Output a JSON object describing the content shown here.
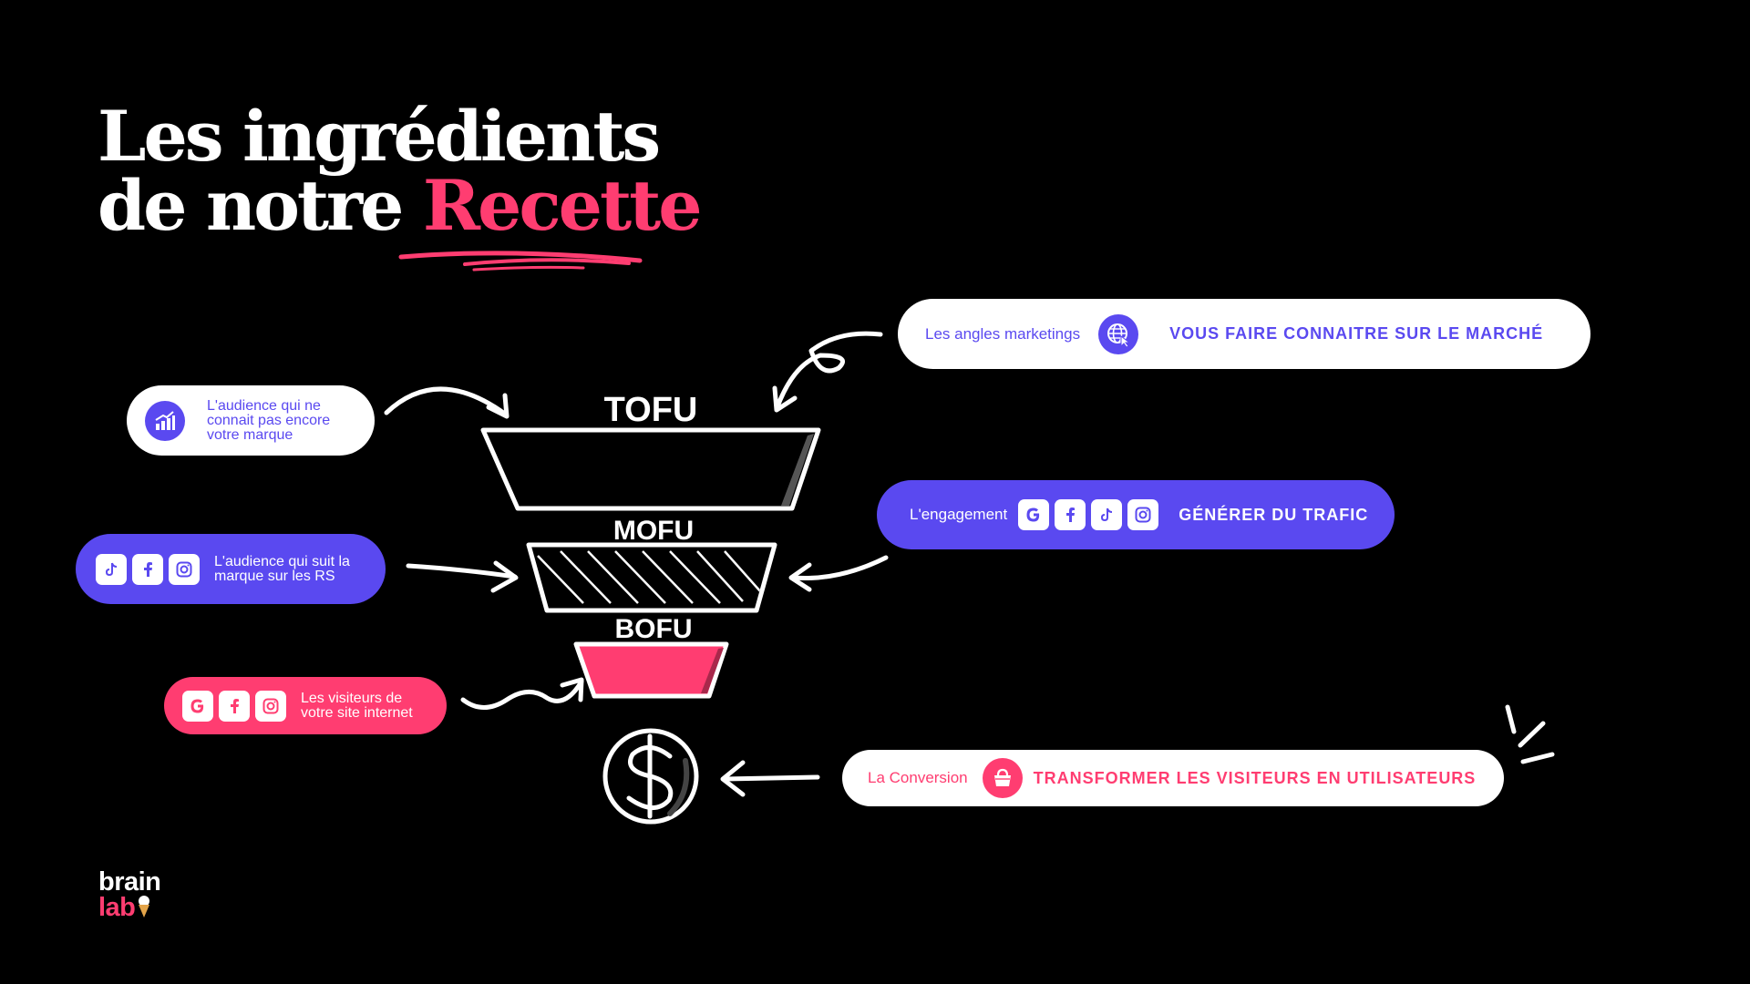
{
  "title": {
    "line1": "Les ingrédients",
    "line2_prefix": "de notre ",
    "line2_accent": "Recette"
  },
  "funnel": {
    "tofu": "TOFU",
    "mofu": "MOFU",
    "bofu": "BOFU",
    "conversion_symbol": "$"
  },
  "left": {
    "tofu_audience": "L'audience qui ne connait pas encore votre marque",
    "mofu_audience": "L'audience qui suit la marque sur les RS",
    "bofu_audience": "Les visiteurs de votre site internet"
  },
  "right": {
    "tofu": {
      "label": "Les angles marketings",
      "goal": "VOUS FAIRE CONNAITRE SUR LE MARCHÉ",
      "icon": "globe-cursor-icon"
    },
    "mofu": {
      "label": "L'engagement",
      "goal": "GÉNÉRER DU TRAFIC",
      "icons": [
        "google-icon",
        "facebook-icon",
        "tiktok-icon",
        "instagram-icon"
      ]
    },
    "conversion": {
      "label": "La Conversion",
      "goal": "TRANSFORMER LES VISITEURS EN UTILISATEURS",
      "icon": "shopping-basket-icon"
    }
  },
  "logo": {
    "line1": "brain",
    "line2": "lab"
  },
  "colors": {
    "background": "#000000",
    "accent_pink": "#ff3d71",
    "accent_purple": "#5a49f0",
    "white": "#ffffff"
  }
}
